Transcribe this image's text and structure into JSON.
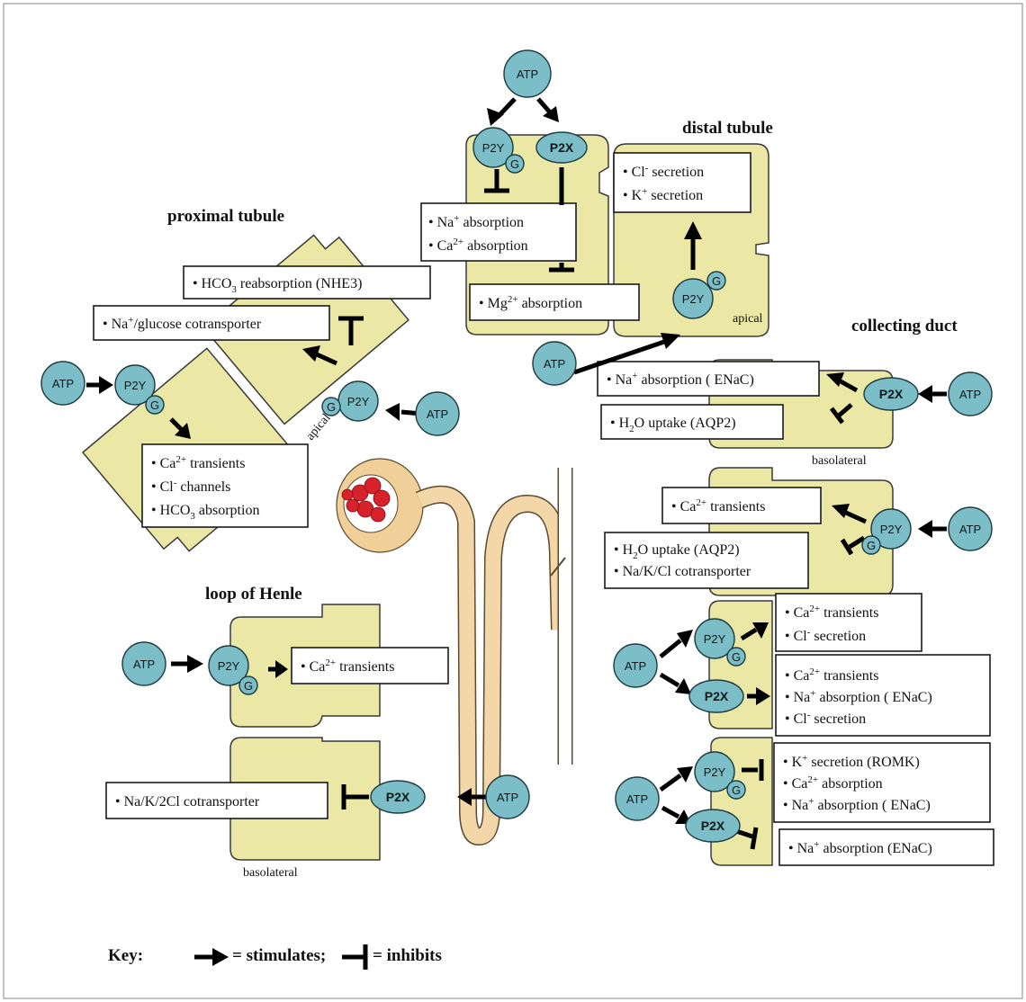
{
  "frame": {
    "border_color": "#888888"
  },
  "colors": {
    "cell": "#ebe7a5",
    "receptor": "#7bbec7",
    "nephron_tube": "#f2d6a8",
    "glomerulus": "#d7222b"
  },
  "titles": {
    "proximal": "proximal tubule",
    "distal": "distal tubule",
    "collecting": "collecting duct",
    "loop": "loop of Henle"
  },
  "labels": {
    "atp": "ATP",
    "p2y": "P2Y",
    "p2x": "P2X",
    "g": "G",
    "apical": "apical",
    "basolateral": "basolateral"
  },
  "boxes": {
    "distal": [
      "Cl",
      "-",
      " secretion",
      "K",
      "+",
      " secretion"
    ],
    "thick": {
      "na": "Na",
      "na_sup": "+",
      "na_rest": " absorption",
      "ca": "Ca",
      "ca_sup": "2+",
      "ca_rest": " absorption"
    },
    "mg": {
      "a": "Mg",
      "sup": "2+",
      "b": " absorption"
    },
    "hco3": {
      "a": "HCO",
      "sub": "3",
      "b": " reabsorption (NHE3)"
    },
    "naglu": {
      "a": "Na",
      "sup": "+",
      "b": "/glucose cotransporter"
    },
    "prox_low": {
      "l1a": "Ca",
      "l1s": "2+",
      "l1b": " transients",
      "l2a": "Cl",
      "l2s": "-",
      "l2b": " channels",
      "l3a": "HCO",
      "l3s": "3",
      "l3b": " absorption"
    },
    "cd1_a": {
      "a": "Na",
      "sup": "+",
      "b": " absorption ( ENaC)"
    },
    "cd1_b": {
      "a": "H",
      "sub": "2",
      "b": "O uptake (AQP2)"
    },
    "cd2_a": {
      "a": "Ca",
      "sup": "2+",
      "b": " transients"
    },
    "cd2_b": {
      "l1a": "H",
      "l1s": "2",
      "l1b": "O uptake (AQP2)",
      "l2": "Na/K/Cl cotransporter"
    },
    "cd3_a": {
      "l1a": "Ca",
      "l1s": "2+",
      "l1b": " transients",
      "l2a": "Cl",
      "l2s": "-",
      "l2b": " secretion"
    },
    "cd3_b": {
      "l1a": "Ca",
      "l1s": "2+",
      "l1b": " transients",
      "l2a": "Na",
      "l2s": "+",
      "l2b": " absorption ( ENaC)",
      "l3a": "Cl",
      "l3s": "-",
      "l3b": " secretion"
    },
    "cd4_a": {
      "l1a": "K",
      "l1s": "+",
      "l1b": " secretion (ROMK)",
      "l2a": "Ca",
      "l2s": "2+",
      "l2b": " absorption",
      "l3a": "Na",
      "l3s": "+",
      "l3b": " absorption ( ENaC)"
    },
    "cd4_b": {
      "a": "Na",
      "sup": "+",
      "b": " absorption (ENaC)"
    },
    "loop1": {
      "a": "Ca",
      "sup": "2+",
      "b": " transients"
    },
    "loop2": "Na/K/2Cl cotransporter"
  },
  "bullet": "•",
  "key": {
    "label": "Key:",
    "stim": "= stimulates;",
    "inhib": "= inhibits"
  }
}
